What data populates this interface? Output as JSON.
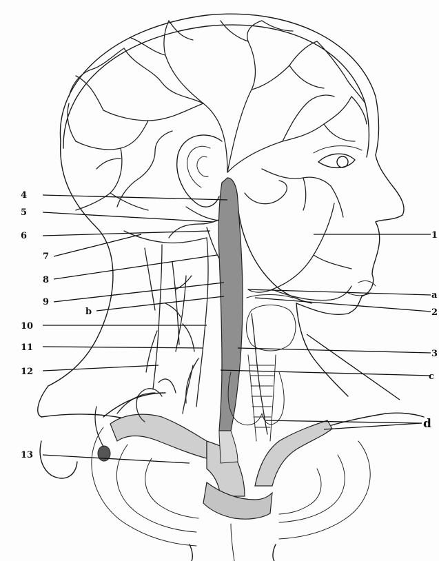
{
  "diagram": {
    "labels_left": [
      {
        "id": "label-4",
        "text": "4"
      },
      {
        "id": "label-5",
        "text": "5"
      },
      {
        "id": "label-6",
        "text": "6"
      },
      {
        "id": "label-7",
        "text": "7"
      },
      {
        "id": "label-8",
        "text": "8"
      },
      {
        "id": "label-9",
        "text": "9"
      },
      {
        "id": "label-b",
        "text": "b"
      },
      {
        "id": "label-10",
        "text": "10"
      },
      {
        "id": "label-11",
        "text": "11"
      },
      {
        "id": "label-12",
        "text": "12"
      },
      {
        "id": "label-13",
        "text": "13"
      }
    ],
    "labels_right": [
      {
        "id": "label-1",
        "text": "1"
      },
      {
        "id": "label-a",
        "text": "a"
      },
      {
        "id": "label-2",
        "text": "2"
      },
      {
        "id": "label-3",
        "text": "3"
      },
      {
        "id": "label-c",
        "text": "c"
      },
      {
        "id": "label-d",
        "text": "d"
      }
    ],
    "colors": {
      "ink": "#1a1a1a",
      "vein_shading": "#9a9a9a",
      "brachiocephalic_shading": "#cfcfcf"
    }
  }
}
